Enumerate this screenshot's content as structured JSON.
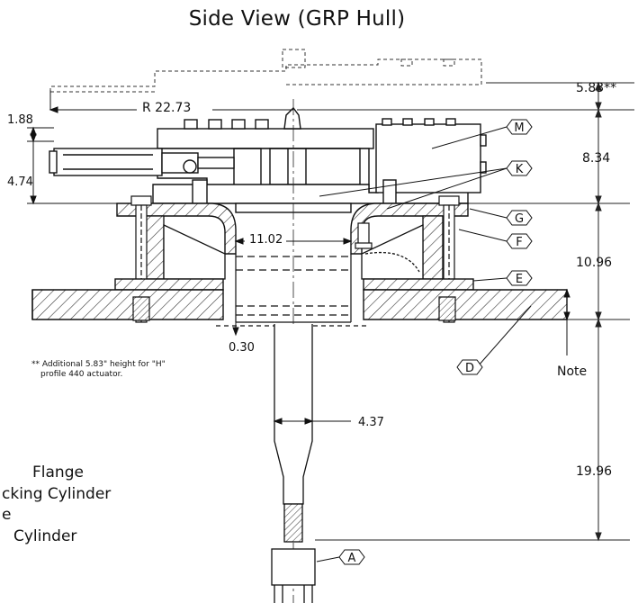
{
  "title": "Side View (GRP Hull)",
  "dimensions": {
    "d_5_83": "5.83**",
    "d_8_34": "8.34",
    "d_10_96": "10.96",
    "d_19_96": "19.96",
    "d_r": "R 22.73",
    "d_1_88": "1.88",
    "d_4_74": "4.74",
    "d_11_02": "11.02",
    "d_0_30": "0.30",
    "d_4_37": "4.37"
  },
  "callouts": {
    "m": "M",
    "k": "K",
    "g": "G",
    "f": "F",
    "e": "E",
    "d": "D",
    "a": "A"
  },
  "note_label": "Note",
  "footnote": {
    "line1": "** Additional 5.83\" height for \"H\"",
    "line2": "profile 440 actuator."
  },
  "legend": {
    "line1": "Flange",
    "line2": "cking Cylinder",
    "line3": "e",
    "line4": "Cylinder"
  }
}
